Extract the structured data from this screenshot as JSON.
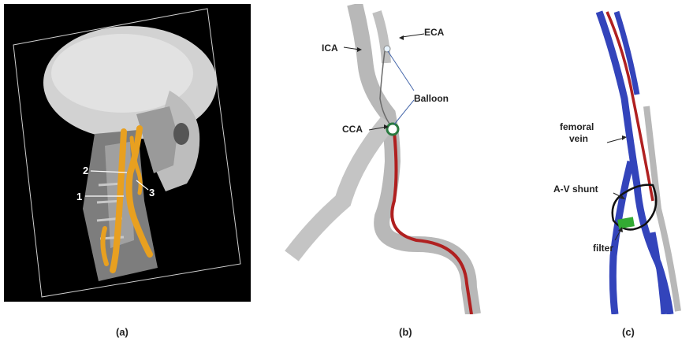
{
  "panel_a": {
    "caption": "(a)",
    "labels": {
      "one": "1",
      "two": "2",
      "three": "3"
    }
  },
  "panel_b": {
    "caption": "(b)",
    "labels": {
      "ica": "ICA",
      "eca": "ECA",
      "balloon": "Balloon",
      "cca": "CCA"
    }
  },
  "panel_c": {
    "caption": "(c)",
    "labels": {
      "femoral_line1": "femoral",
      "femoral_line2": "vein",
      "av_shunt": "A-V shunt",
      "filter": "filter"
    }
  },
  "colors": {
    "artery_orange": "#e8a020",
    "catheter_red": "#b02020",
    "vein_blue": "#3344bb",
    "filter_green": "#33aa33",
    "vessel_gray": "#b8b8b8"
  }
}
